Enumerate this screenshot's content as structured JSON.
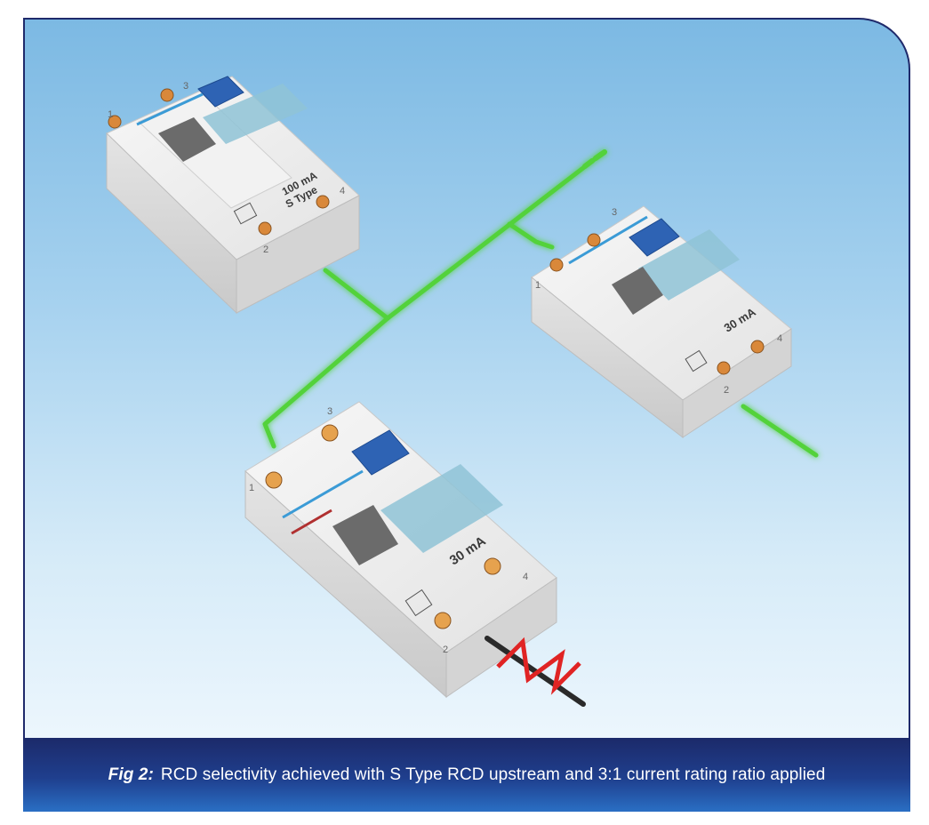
{
  "figure": {
    "caption_lead": "Fig 2:",
    "caption_text": "RCD selectivity achieved with S Type RCD upstream and 3:1 current rating ratio applied"
  },
  "devices": [
    {
      "id": "upstream-rcd",
      "rating": "100 mA",
      "type_label": "S Type",
      "terminals": [
        "1",
        "3",
        "4",
        "2"
      ]
    },
    {
      "id": "downstream-rcd-right",
      "rating": "30 mA",
      "terminals": [
        "1",
        "3",
        "4",
        "2"
      ]
    },
    {
      "id": "downstream-rcd-faulted",
      "rating": "30 mA",
      "terminals": [
        "1",
        "3",
        "4",
        "2"
      ]
    }
  ],
  "colors": {
    "wire": "#52d23a",
    "wire_glow": "#9af07a",
    "fault": "#e02424",
    "toggle": "#2e63b4",
    "body": "#eeeeee",
    "lens": "#8fc3d6",
    "caption_bg": "#1f3f8e"
  }
}
